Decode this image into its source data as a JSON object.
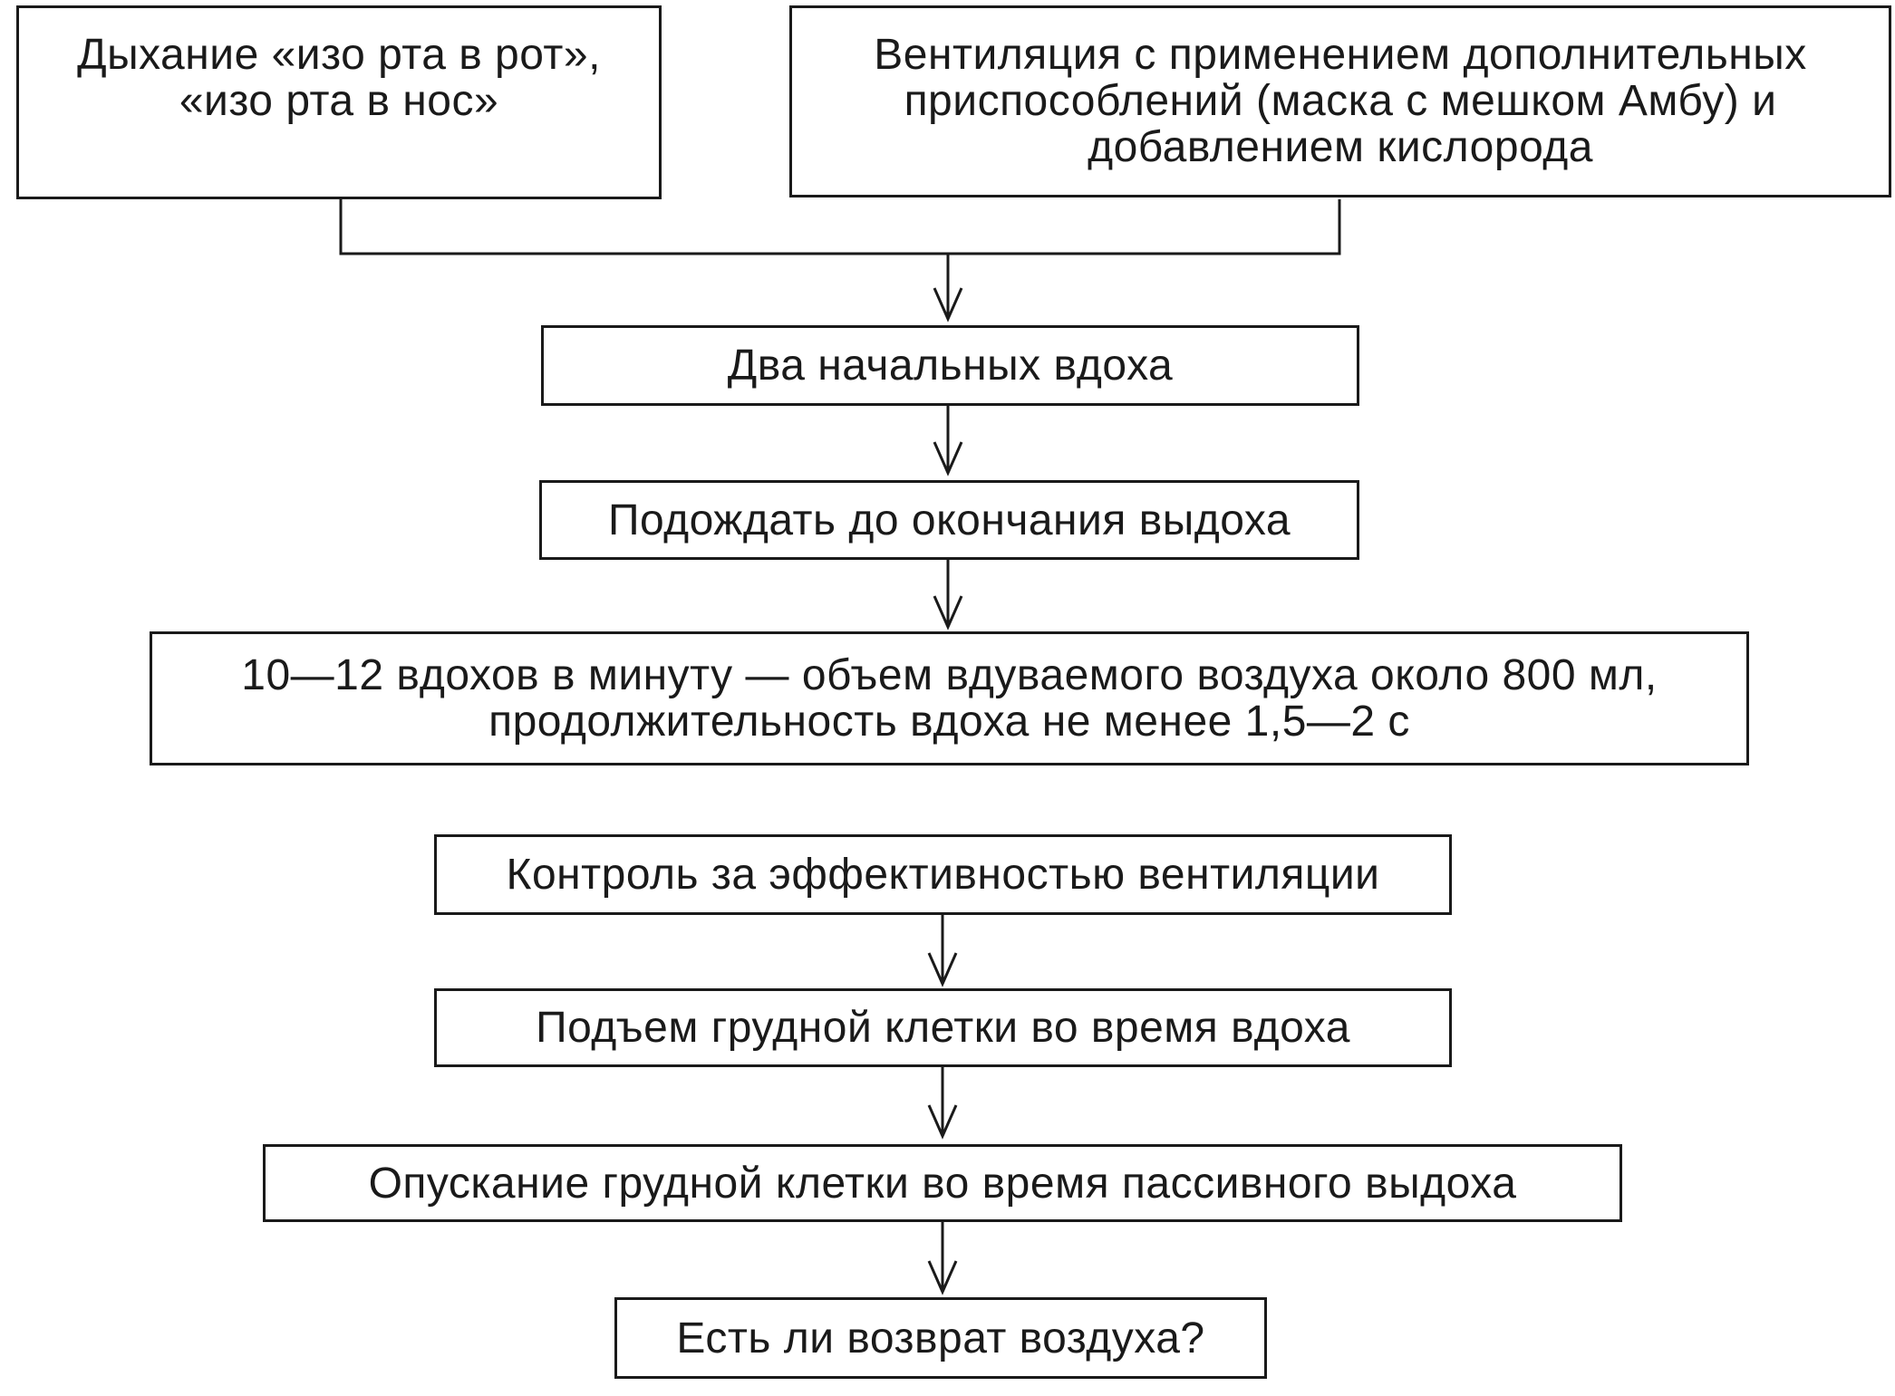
{
  "boxes": {
    "mouth_to_mouth": "Дыхание «изо рта в рот»,\n«изо рта в нос»",
    "bag_ventilation": "Вентиляция с применением дополнительных\nприспособлений (маска с мешком Амбу) и\nдобавлением кислорода",
    "two_initial_breaths": "Два начальных вдоха",
    "wait_exhale": "Подождать до окончания выдоха",
    "rate_volume": "10—12 вдохов в минуту — объем вдуваемого воздуха около 800 мл,\nпродолжительность вдоха не менее 1,5—2 с",
    "control_effectiveness": "Контроль за эффективностью вентиляции",
    "chest_rise": "Подъем грудной клетки во время вдоха",
    "chest_fall": "Опускание грудной клетки во время пассивного выдоха",
    "air_return": "Есть ли возврат воздуха?"
  }
}
